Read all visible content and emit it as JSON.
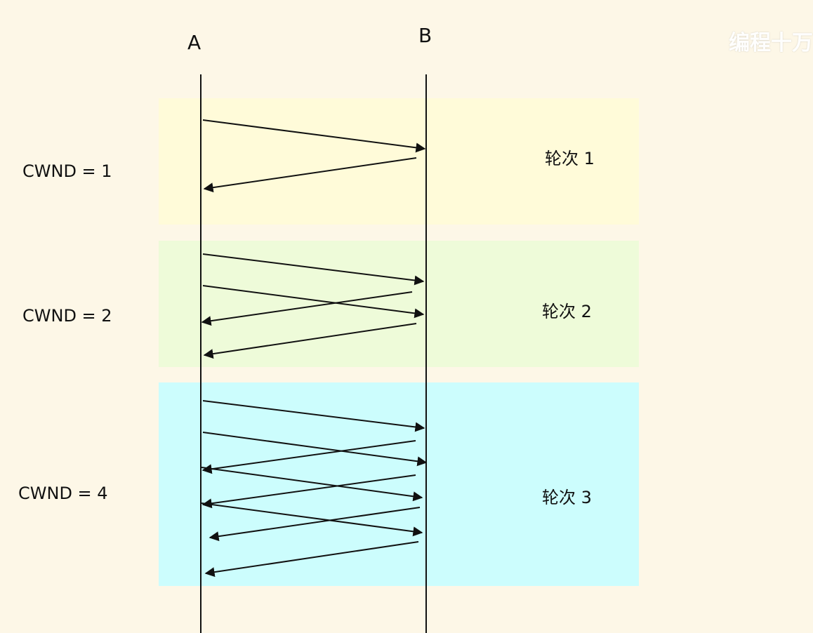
{
  "hosts": {
    "a": "A",
    "b": "B"
  },
  "rounds": [
    {
      "label": "轮次 1",
      "cwnd": "CWND = 1",
      "color": "#fffbd9",
      "segments": 1
    },
    {
      "label": "轮次 2",
      "cwnd": "CWND = 2",
      "color": "#eefbd9",
      "segments": 2
    },
    {
      "label": "轮次 3",
      "cwnd": "CWND = 4",
      "color": "#ccfdfd",
      "segments": 4
    }
  ],
  "watermark": "编程十万"
}
